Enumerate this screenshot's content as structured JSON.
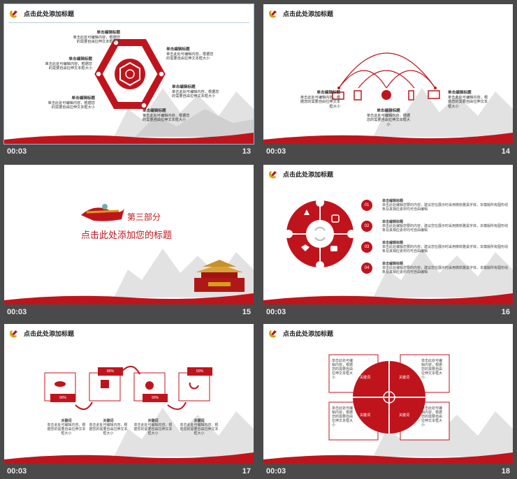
{
  "colors": {
    "accent": "#c0141c",
    "bg": "#4a4a4a"
  },
  "slides": [
    {
      "time": "00:03",
      "num": "13",
      "title": "点击此处添加标题"
    },
    {
      "time": "00:03",
      "num": "14",
      "title": "点击此处添加标题"
    },
    {
      "time": "00:03",
      "num": "15",
      "part": "第三部分",
      "subtitle": "点击此处添加您的标题"
    },
    {
      "time": "00:03",
      "num": "16",
      "title": "点击此处添加标题"
    },
    {
      "time": "00:03",
      "num": "17",
      "title": "点击此处添加标题"
    },
    {
      "time": "00:03",
      "num": "18",
      "title": "点击此处添加标题"
    }
  ],
  "s13": {
    "head": "单击编辑标题",
    "body": "单击此处可编辑内容，根据您的需要自由拉伸文本框大小"
  },
  "s14": {
    "head": "单击编辑标题",
    "body": "单击此处可编辑内容，根据您的需要自由拉伸文本框大小"
  },
  "s16": {
    "items": [
      {
        "n": "01",
        "head": "单击编辑标题",
        "body": "单击此处编辑您要的内容，建议您在展示时采用微软雅黑字体，本模版所有图形线条及其相应素材均可自由编辑"
      },
      {
        "n": "02",
        "head": "单击编辑标题",
        "body": "单击此处编辑您要的内容，建议您在展示时采用微软雅黑字体，本模版所有图形线条及其相应素材均可自由编辑"
      },
      {
        "n": "03",
        "head": "单击编辑标题",
        "body": "单击此处编辑您要的内容，建议您在展示时采用微软雅黑字体，本模版所有图形线条及其相应素材均可自由编辑"
      },
      {
        "n": "04",
        "head": "单击编辑标题",
        "body": "单击此处编辑您要的内容，建议您在展示时采用微软雅黑字体，本模版所有图形线条及其相应素材均可自由编辑"
      }
    ]
  },
  "s17": {
    "pcts": [
      "90%",
      "80%",
      "90%",
      "50%"
    ],
    "key": "关键词",
    "body": "单击此处可编辑内容，根据您的需要自由拉伸文本框大小"
  },
  "s18": {
    "key": "关键词",
    "body": "单击此处可编辑内容，根据您的需要自由拉伸文本框大小"
  }
}
